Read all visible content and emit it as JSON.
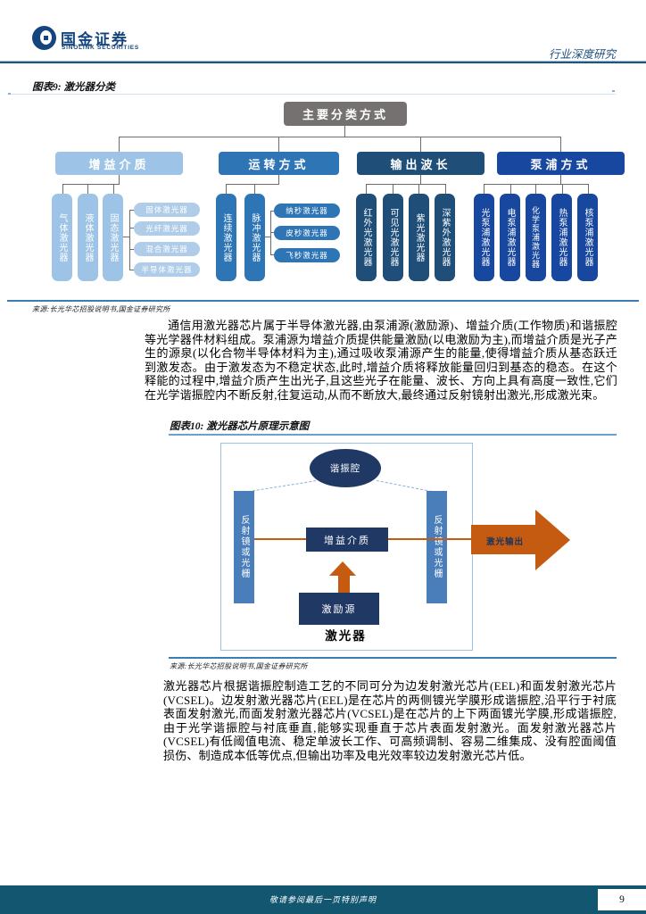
{
  "colors": {
    "brand_navy": "#14457E",
    "header_rule_blue": "#20567C",
    "root_gray": "#767171",
    "light_blue": "#9DC3E6",
    "lighter_blue": "#AFCDE9",
    "mid_blue": "#2E75B6",
    "dark_teal_blue": "#1F4E79",
    "royal_blue": "#17479E",
    "fig10_navy": "#1F3864",
    "fig10_bar_blue": "#4A7EBB",
    "orange": "#C55A11",
    "footer_teal": "#12566F"
  },
  "header": {
    "brand_cn": "国金证券",
    "brand_en": "SINOLINK SECURITIES",
    "doc_type": "行业深度研究"
  },
  "figure9": {
    "caption": "图表9: 激光器分类",
    "root": "主要分类方式",
    "branches": [
      {
        "label": "增益介质",
        "children": [
          "气体激光器",
          "液体激光器",
          "固态激光器"
        ],
        "subchildren": [
          "固体激光器",
          "光纤激光器",
          "混合激光器",
          "半导体激光器"
        ]
      },
      {
        "label": "运转方式",
        "children": [
          "连续激光器",
          "脉冲激光器"
        ],
        "subchildren": [
          "纳秒激光器",
          "皮秒激光器",
          "飞秒激光器"
        ]
      },
      {
        "label": "输出波长",
        "children": [
          "红外光激光器",
          "可见光激光器",
          "紫光激光器",
          "深紫外激光器"
        ]
      },
      {
        "label": "泵浦方式",
        "children": [
          "光泵浦激光器",
          "电泵浦激光器",
          "化学泵浦激光器",
          "热泵浦激光器",
          "核泵浦激光器"
        ]
      }
    ],
    "source": "来源:长光华芯招股说明书,国金证券研究所"
  },
  "paragraph1": "通信用激光器芯片属于半导体激光器,由泵浦源(激励源)、增益介质(工作物质)和谐振腔等光学器件材料组成。泵浦源为增益介质提供能量激励(以电激励为主),而增益介质是光子产生的源泉(以化合物半导体材料为主),通过吸收泵浦源产生的能量,使得增益介质从基态跃迁到激发态。由于激发态为不稳定状态,此时,增益介质将释放能量回归到基态的稳态。在这个释能的过程中,增益介质产生出光子,且这些光子在能量、波长、方向上具有高度一致性,它们在光学谐振腔内不断反射,往复运动,从而不断放大,最终通过反射镜射出激光,形成激光束。",
  "figure10": {
    "caption": "图表10: 激光器芯片原理示意图",
    "resonator": "谐振腔",
    "mirror": "反射镜或光栅",
    "gain_medium": "增益介质",
    "pump_source": "激励源",
    "laser_output": "激光输出",
    "device": "激光器",
    "source": "来源:长光华芯招股说明书,国金证券研究所"
  },
  "paragraph2": "激光器芯片根据谐振腔制造工艺的不同可分为边发射激光芯片(EEL)和面发射激光芯片(VCSEL)。边发射激光器芯片(EEL)是在芯片的两侧镀光学膜形成谐振腔,沿平行于衬底表面发射激光,而面发射激光器芯片(VCSEL)是在芯片的上下两面镀光学膜,形成谐振腔,由于光学谐振腔与衬底垂直,能够实现垂直于芯片表面发射激光。面发射激光器芯片(VCSEL)有低阈值电流、稳定单波长工作、可高频调制、容易二维集成、没有腔面阈值损伤、制造成本低等优点,但输出功率及电光效率较边发射激光芯片低。",
  "footer": {
    "disclaimer": "敬请参阅最后一页特别声明",
    "page_number": "9"
  }
}
